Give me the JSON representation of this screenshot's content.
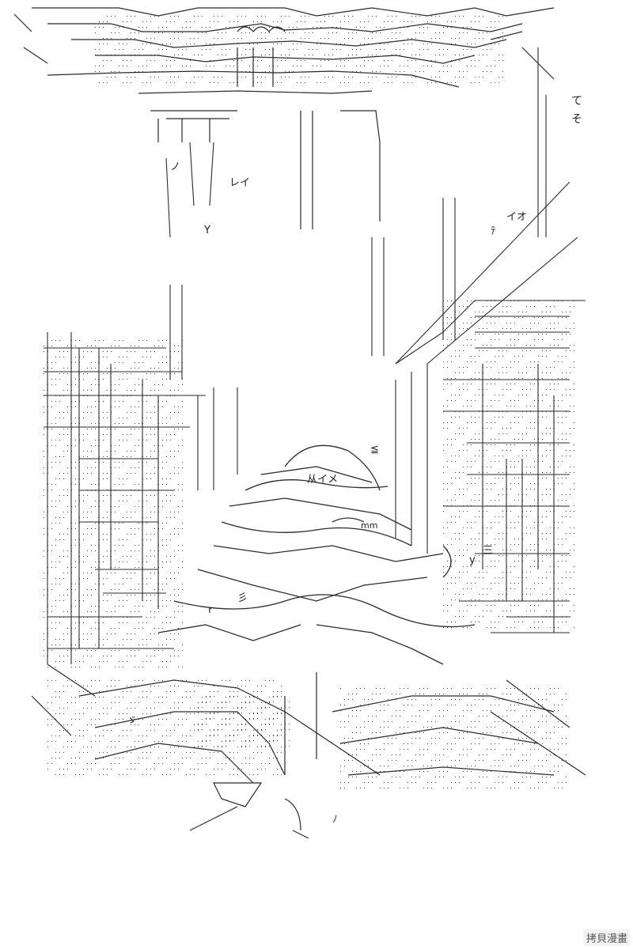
{
  "artwork": {
    "kind": "text-art illustration",
    "glyph_samples": [
      "て",
      "そ",
      "イオ",
      "ﾃ",
      "Y",
      "ノ",
      "レイ",
      "≦",
      "从イメ",
      "mm",
      "三",
      "彡",
      "ゞ",
      "ﾉ",
      "y",
      "ｒ"
    ]
  },
  "watermark": "拷貝漫畫"
}
